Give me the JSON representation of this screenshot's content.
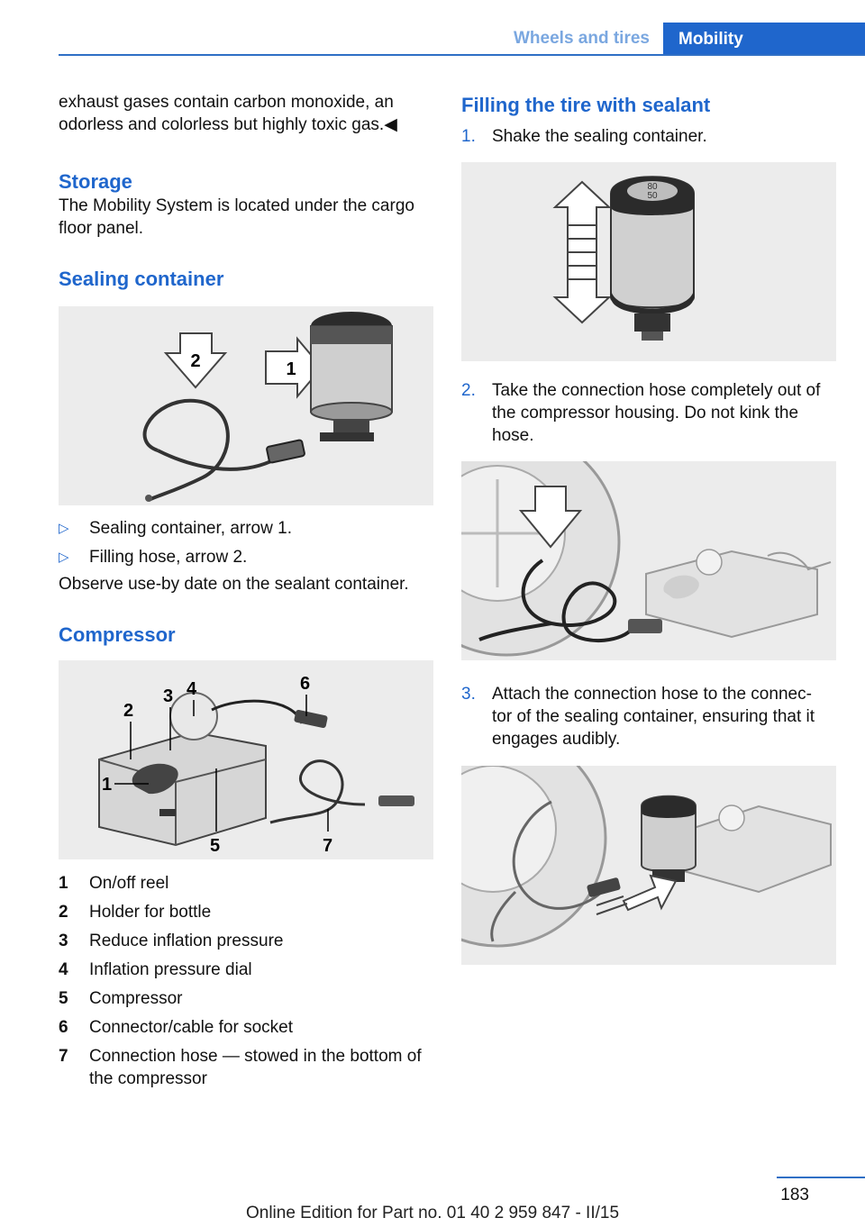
{
  "header": {
    "tab_section": "Wheels and tires",
    "tab_chapter": "Mobility"
  },
  "left": {
    "intro": "exhaust gases contain carbon monoxide, an odorless and colorless but highly toxic gas.◀",
    "storage_heading": "Storage",
    "storage_text": "The Mobility System is located under the cargo floor panel.",
    "sealing_heading": "Sealing container",
    "sealing_fig_labels": [
      "1",
      "2"
    ],
    "sealing_bullets": [
      "Sealing container, arrow 1.",
      "Filling hose, arrow 2."
    ],
    "bullet_marker": "▷",
    "sealing_note": "Observe use-by date on the sealant container.",
    "compressor_heading": "Compressor",
    "compressor_fig_labels": [
      "1",
      "2",
      "3",
      "4",
      "5",
      "6",
      "7"
    ],
    "legend": [
      {
        "num": "1",
        "text": "On/off reel"
      },
      {
        "num": "2",
        "text": "Holder for bottle"
      },
      {
        "num": "3",
        "text": "Reduce inflation pressure"
      },
      {
        "num": "4",
        "text": "Inflation pressure dial"
      },
      {
        "num": "5",
        "text": "Compressor"
      },
      {
        "num": "6",
        "text": "Connector/cable for socket"
      },
      {
        "num": "7",
        "text": "Connection hose — stowed in the bottom of the compressor"
      }
    ]
  },
  "right": {
    "filling_heading": "Filling the tire with sealant",
    "steps": [
      {
        "num": "1.",
        "text": "Shake the sealing container."
      },
      {
        "num": "2.",
        "text": "Take the connection hose completely out of the compressor housing. Do not kink the hose."
      },
      {
        "num": "3.",
        "text": "Attach the connection hose to the connec‐ tor of the sealing container, ensuring that it engages audibly."
      }
    ],
    "bottle_cap_text": [
      "80",
      "50"
    ]
  },
  "footer": {
    "page_number": "183",
    "edition": "Online Edition for Part no. 01 40 2 959 847 - II/15"
  }
}
